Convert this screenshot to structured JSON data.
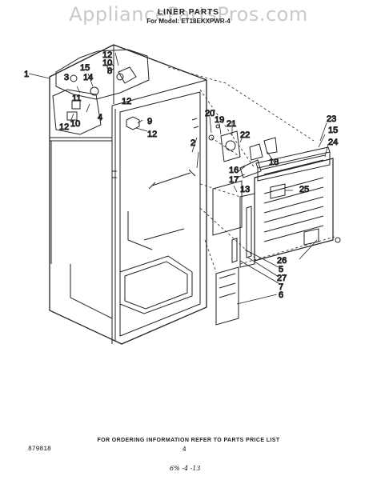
{
  "watermark": "AppliancePartsPros.com",
  "header": {
    "title": "LINER PARTS",
    "model": "For Model: ET18EKXPWR-4"
  },
  "callouts": [
    {
      "id": "c1",
      "text": "1"
    },
    {
      "id": "c12a",
      "text": "12"
    },
    {
      "id": "c10a",
      "text": "10"
    },
    {
      "id": "c15a",
      "text": "15"
    },
    {
      "id": "c8",
      "text": "8"
    },
    {
      "id": "c14",
      "text": "14"
    },
    {
      "id": "c3",
      "text": "3"
    },
    {
      "id": "c11",
      "text": "11"
    },
    {
      "id": "c4",
      "text": "4"
    },
    {
      "id": "c10b",
      "text": "10"
    },
    {
      "id": "c12b",
      "text": "12"
    },
    {
      "id": "c12c",
      "text": "12"
    },
    {
      "id": "c9",
      "text": "9"
    },
    {
      "id": "c12d",
      "text": "12"
    },
    {
      "id": "c20",
      "text": "20"
    },
    {
      "id": "c19",
      "text": "19"
    },
    {
      "id": "c21",
      "text": "21"
    },
    {
      "id": "c22",
      "text": "22"
    },
    {
      "id": "c2",
      "text": "2"
    },
    {
      "id": "c16",
      "text": "16"
    },
    {
      "id": "c17",
      "text": "17"
    },
    {
      "id": "c18",
      "text": "18"
    },
    {
      "id": "c23",
      "text": "23"
    },
    {
      "id": "c15b",
      "text": "15"
    },
    {
      "id": "c24",
      "text": "24"
    },
    {
      "id": "c13",
      "text": "13"
    },
    {
      "id": "c25",
      "text": "25"
    },
    {
      "id": "c26",
      "text": "26"
    },
    {
      "id": "c5",
      "text": "5"
    },
    {
      "id": "c27",
      "text": "27"
    },
    {
      "id": "c7",
      "text": "7"
    },
    {
      "id": "c6",
      "text": "6"
    }
  ],
  "footer": {
    "ordering_note": "FOR ORDERING INFORMATION REFER TO PARTS PRICE LIST",
    "code": "879818",
    "page": "4",
    "handwritten": "6% -4 -13"
  }
}
